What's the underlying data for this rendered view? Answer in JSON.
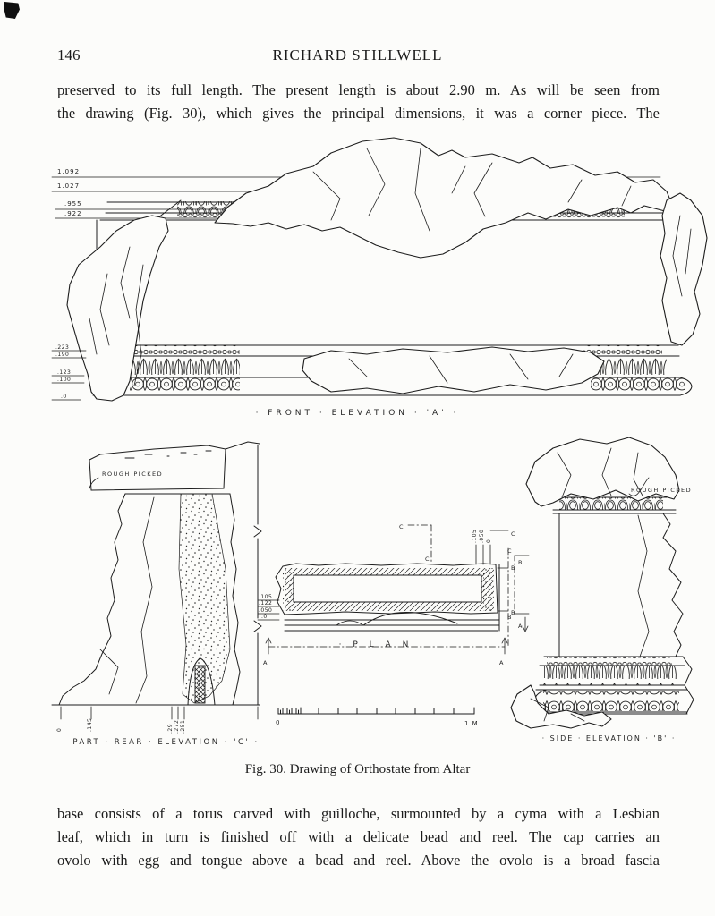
{
  "page": {
    "number": "146",
    "running_head": "RICHARD STILLWELL",
    "top_paragraph": [
      "preserved to its full length.  The present length is about 2.90 m.  As will be seen from",
      "the drawing (Fig. 30), which gives the principal dimensions, it was a corner piece.  The"
    ],
    "bottom_paragraph": [
      "base consists of a torus carved with guilloche, surmounted by a cyma with a Lesbian",
      "leaf, which in turn is finished off with a delicate bead and reel.  The cap carries an",
      "ovolo with egg and tongue above a bead and reel.  Above the ovolo is a broad fascia"
    ]
  },
  "figure": {
    "caption": "Fig. 30.  Drawing of Orthostate from Altar",
    "front": {
      "label": "· FRONT · ELEVATION · 'A' ·",
      "dims_top": [
        "1.092",
        "1.027",
        ".955",
        ".922"
      ],
      "dims_bottom": [
        ".223",
        ".190",
        ".123",
        ".100",
        ".0"
      ]
    },
    "rear": {
      "label": "PART · REAR · ELEVATION · 'C' ·",
      "note": "ROUGH PICKED",
      "dims": [
        "0",
        ".145",
        ".29",
        ".272",
        ".251"
      ]
    },
    "plan": {
      "label": "· P L A N",
      "dims_left": [
        ".105",
        ".122",
        ".050",
        ".0"
      ],
      "dims_right": [
        ".105",
        ".050",
        "0"
      ],
      "letters": {
        "c": "C",
        "b": "B",
        "a": "A"
      }
    },
    "side": {
      "label": "· SIDE · ELEVATION · 'B' ·",
      "note": "ROUGH PICKED",
      "letters": {
        "c": "C",
        "b": "B",
        "a": "A"
      }
    },
    "scale": {
      "zero": "0",
      "one": "1 M"
    }
  }
}
